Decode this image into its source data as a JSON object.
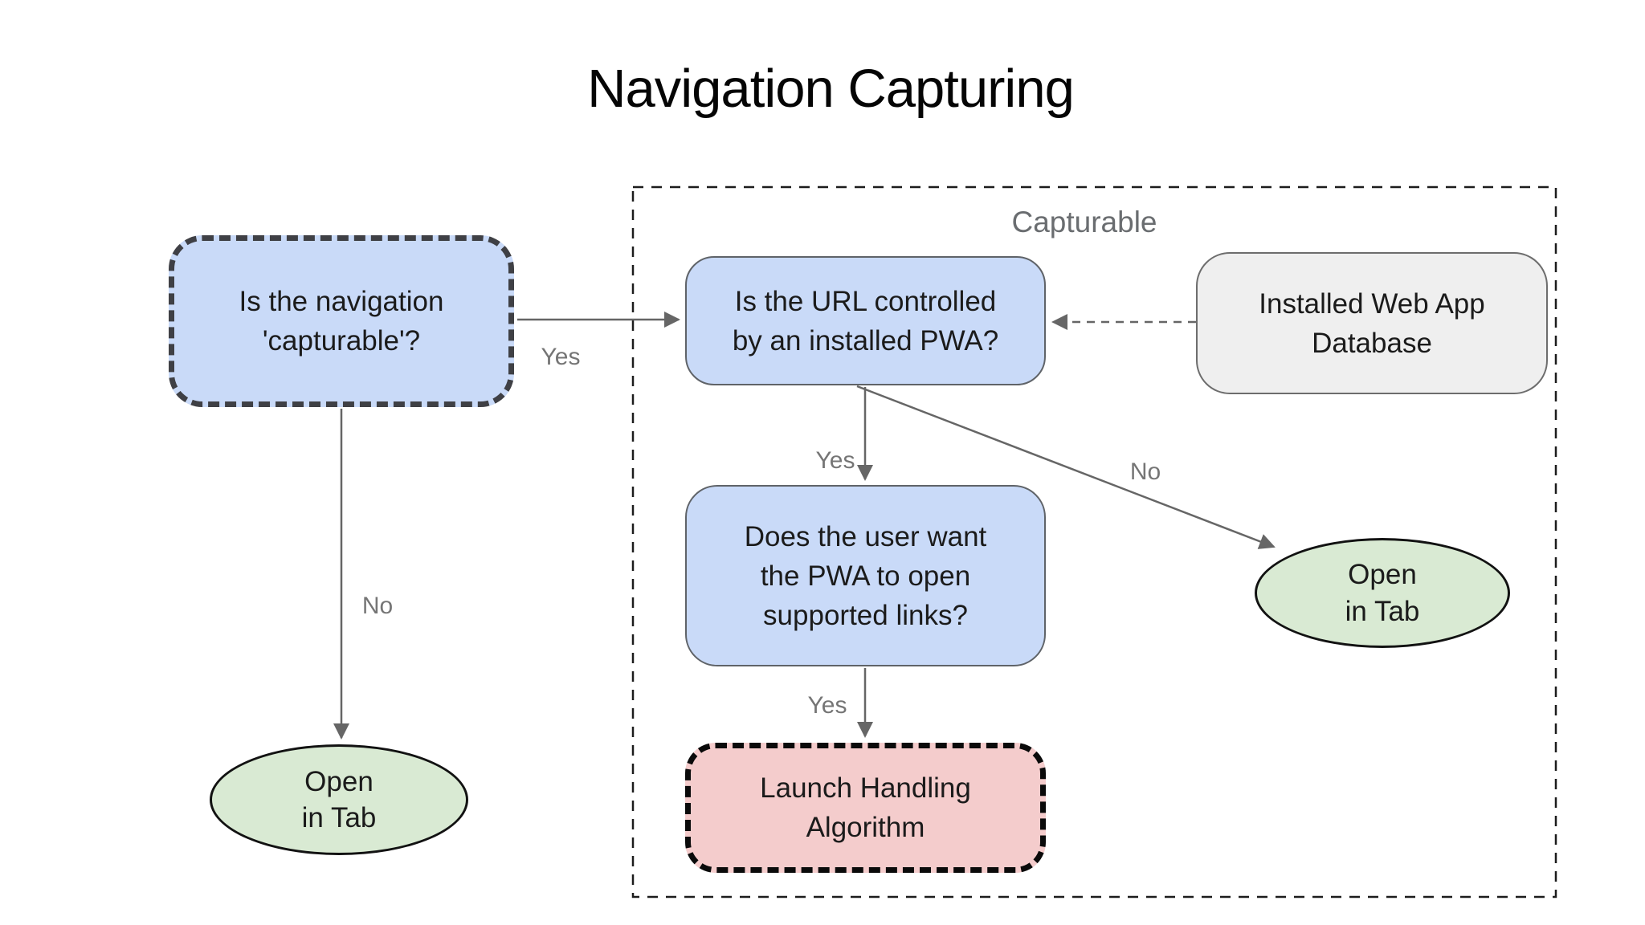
{
  "title": "Navigation Capturing",
  "group": {
    "label": "Capturable"
  },
  "nodes": {
    "is_navigation_capturable": {
      "lines": [
        "Is the navigation",
        "'capturable'?"
      ],
      "shape": "rounded-rect-dashed",
      "fill": "#c9daf8"
    },
    "is_url_controlled_by_pwa": {
      "lines": [
        "Is the URL controlled",
        "by an installed PWA?"
      ],
      "shape": "rounded-rect",
      "fill": "#c9daf8"
    },
    "installed_web_app_database": {
      "lines": [
        "Installed Web App",
        "Database"
      ],
      "shape": "rounded-rect",
      "fill": "#efefef"
    },
    "does_user_want_supported_links": {
      "lines": [
        "Does the user want",
        "the PWA to open",
        "supported links?"
      ],
      "shape": "rounded-rect",
      "fill": "#c9daf8"
    },
    "launch_handling_algorithm": {
      "lines": [
        "Launch Handling",
        "Algorithm"
      ],
      "shape": "rounded-rect-dashed",
      "fill": "#f4cccc"
    },
    "open_in_tab_left": {
      "lines": [
        "Open",
        "in Tab"
      ],
      "shape": "ellipse",
      "fill": "#d9ead3"
    },
    "open_in_tab_right": {
      "lines": [
        "Open",
        "in Tab"
      ],
      "shape": "ellipse",
      "fill": "#d9ead3"
    }
  },
  "edges": [
    {
      "from": "is_navigation_capturable",
      "to": "is_url_controlled_by_pwa",
      "label": "Yes",
      "style": "solid"
    },
    {
      "from": "is_navigation_capturable",
      "to": "open_in_tab_left",
      "label": "No",
      "style": "solid"
    },
    {
      "from": "is_url_controlled_by_pwa",
      "to": "does_user_want_supported_links",
      "label": "Yes",
      "style": "solid"
    },
    {
      "from": "is_url_controlled_by_pwa",
      "to": "open_in_tab_right",
      "label": "No",
      "style": "solid"
    },
    {
      "from": "does_user_want_supported_links",
      "to": "launch_handling_algorithm",
      "label": "Yes",
      "style": "solid"
    },
    {
      "from": "installed_web_app_database",
      "to": "is_url_controlled_by_pwa",
      "label": "",
      "style": "dashed"
    }
  ],
  "colors": {
    "question_fill": "#c9daf8",
    "terminal_fill": "#d9ead3",
    "process_fill": "#f4cccc",
    "database_fill": "#efefef",
    "arrow": "#666666",
    "edge_label": "#757575",
    "group_border": "#1c1c1c"
  }
}
